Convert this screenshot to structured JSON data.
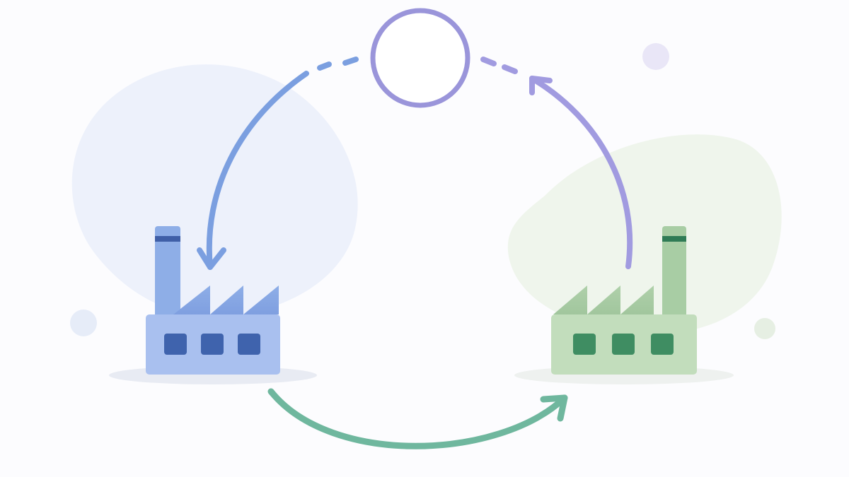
{
  "diagram": {
    "title": "",
    "nodes": [
      {
        "id": "factory-left",
        "kind": "factory",
        "color": "#7b9fe0",
        "windows": 3
      },
      {
        "id": "factory-right",
        "kind": "factory",
        "color": "#9cc79a",
        "windows": 3
      },
      {
        "id": "center-node",
        "kind": "empty-circle",
        "color": "#9a95da"
      }
    ],
    "edges": [
      {
        "from": "center-node",
        "to": "factory-left",
        "style": "dashed-to-solid",
        "color": "#7b9fe0",
        "direction": "arrow-to-target"
      },
      {
        "from": "factory-left",
        "to": "factory-right",
        "style": "solid",
        "color": "#6fb79e",
        "direction": "arrow-to-target"
      },
      {
        "from": "factory-right",
        "to": "center-node",
        "style": "solid-to-dashed",
        "color": "#a19be0",
        "direction": "arrow-to-target"
      }
    ],
    "colors": {
      "left_blob": "#edf1fb",
      "right_blob": "#eff5ec",
      "dot_left": "#e6ecf8",
      "dot_top_right": "#e9e6f7",
      "dot_right": "#e6efe3",
      "shadow": "#e8ebf3"
    }
  }
}
